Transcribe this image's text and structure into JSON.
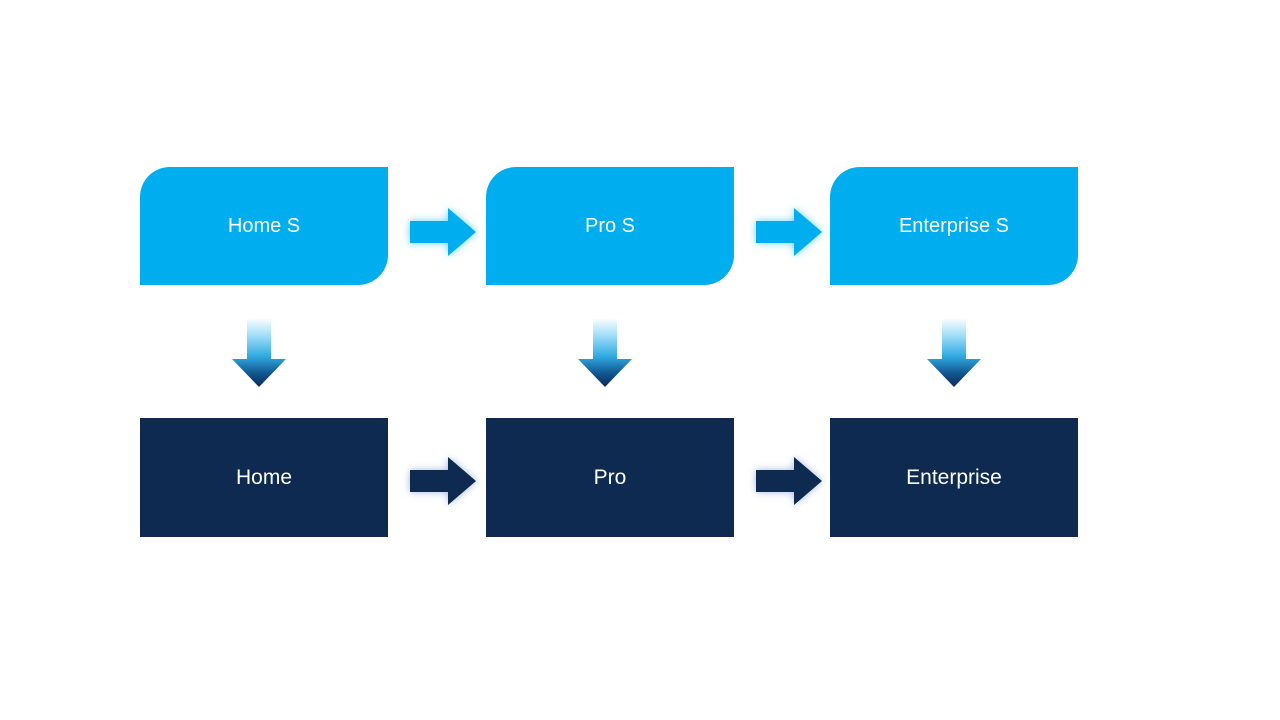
{
  "diagram": {
    "type": "upgrade-flow",
    "colors": {
      "background": "#FFFFFF",
      "top_box_fill": "#00AEEF",
      "bottom_box_fill": "#0E2A50",
      "label_text": "#FFFFFF",
      "top_arrow_fill": "#00AEEF",
      "bottom_arrow_fill": "#0E2A50",
      "down_arrow_gradient": {
        "0": "#F8FDFF",
        "1": "#9FDCF8",
        "2": "#2FA9E1",
        "3": "#12568F",
        "4": "#0A2A57"
      }
    },
    "columns": [
      {
        "top_label": "Home S",
        "bottom_label": "Home"
      },
      {
        "top_label": "Pro S",
        "bottom_label": "Pro"
      },
      {
        "top_label": "Enterprise S",
        "bottom_label": "Enterprise"
      }
    ]
  }
}
